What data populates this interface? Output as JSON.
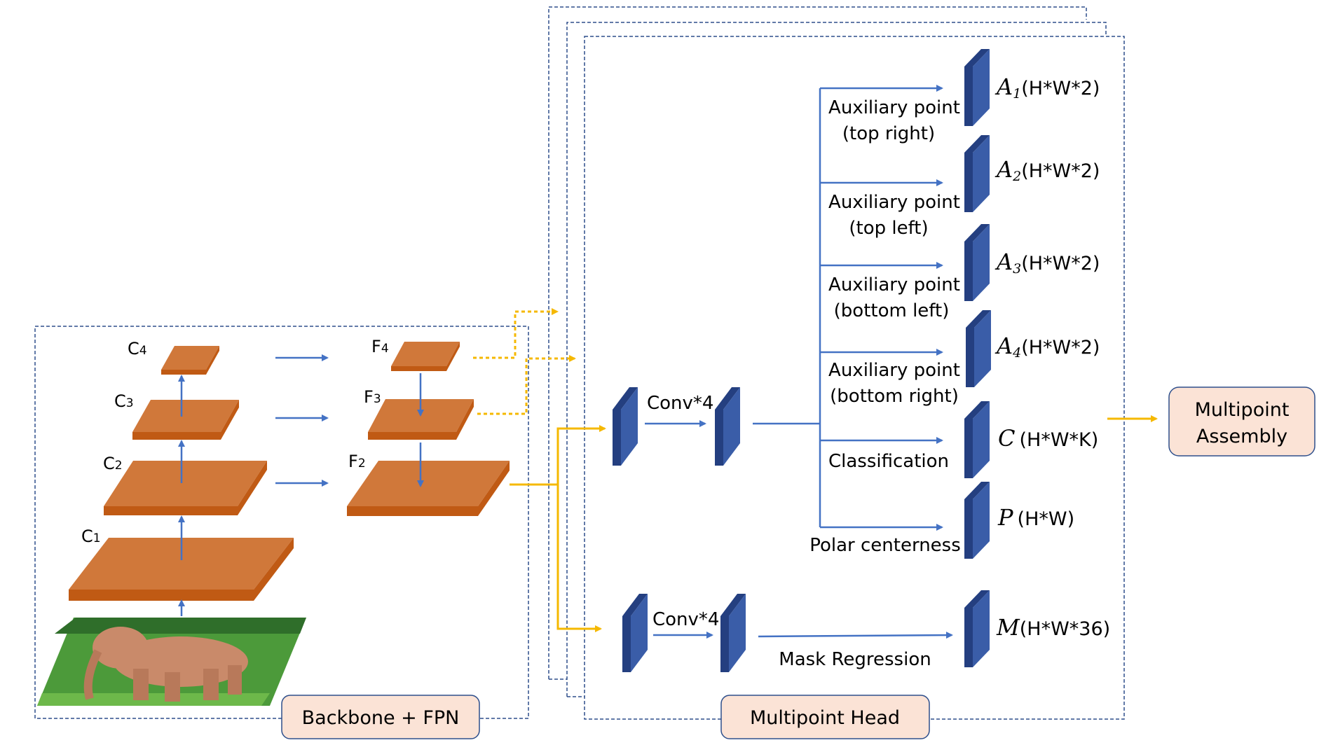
{
  "backbone": {
    "levels_c": [
      {
        "name": "C",
        "sub": "4"
      },
      {
        "name": "C",
        "sub": "3"
      },
      {
        "name": "C",
        "sub": "2"
      },
      {
        "name": "C",
        "sub": "1"
      }
    ],
    "levels_f": [
      {
        "name": "F",
        "sub": "4"
      },
      {
        "name": "F",
        "sub": "3"
      },
      {
        "name": "F",
        "sub": "2"
      }
    ],
    "title": "Backbone + FPN"
  },
  "head": {
    "title": "Multipoint Head",
    "conv_top": "Conv*4",
    "conv_bottom": "Conv*4",
    "branches": [
      {
        "label_1": "Auxiliary point",
        "label_2": "(top right)",
        "symbol": "A",
        "sub": "1",
        "shape": "(H*W*2)"
      },
      {
        "label_1": "Auxiliary point",
        "label_2": "(top left)",
        "symbol": "A",
        "sub": "2",
        "shape": "(H*W*2)"
      },
      {
        "label_1": "Auxiliary point",
        "label_2": "(bottom left)",
        "symbol": "A",
        "sub": "3",
        "shape": "(H*W*2)"
      },
      {
        "label_1": "Auxiliary point",
        "label_2": "(bottom right)",
        "symbol": "A",
        "sub": "4",
        "shape": "(H*W*2)"
      },
      {
        "label_1": "Classification",
        "label_2": "",
        "symbol": "C",
        "sub": "",
        "shape": "(H*W*K)"
      },
      {
        "label_1": "Polar centerness",
        "label_2": "",
        "symbol": "P",
        "sub": "",
        "shape": "(H*W)"
      }
    ],
    "mask": {
      "label": "Mask Regression",
      "symbol": "M",
      "shape": "(H*W*36)"
    }
  },
  "output": {
    "line_1": "Multipoint",
    "line_2": "Assembly"
  },
  "colors": {
    "orange_face": "#D0783A",
    "orange_side": "#C05A14",
    "blue_block": "#3A5DA8",
    "blue_dark": "#243F80",
    "arrow_blue": "#4472C4",
    "arrow_yellow": "#F5B800",
    "dashed_border": "#2E4F8C",
    "label_box_fill": "#FBE3D6",
    "label_box_border": "#2E4F8C"
  },
  "icons": [
    "elephant-image"
  ]
}
